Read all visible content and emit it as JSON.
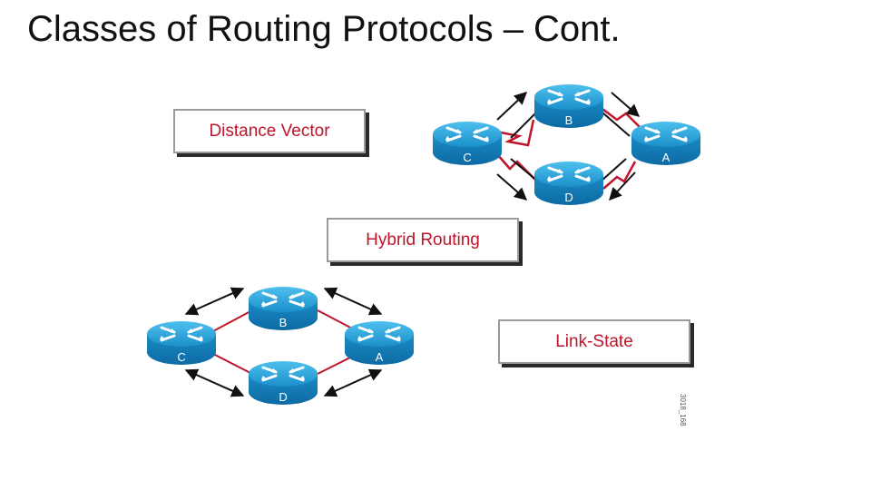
{
  "title": "Classes of Routing Protocols – Cont.",
  "labels": {
    "distance_vector": "Distance Vector",
    "hybrid_routing": "Hybrid Routing",
    "link_state": "Link-State"
  },
  "top_network": {
    "routers": [
      "B",
      "C",
      "A",
      "D"
    ]
  },
  "bottom_network": {
    "routers": [
      "B",
      "C",
      "A",
      "D"
    ]
  },
  "figure_id": "3018_168",
  "colors": {
    "router": "#1b9bd7",
    "link": "#c0142b",
    "label_text": "#c0142b"
  }
}
